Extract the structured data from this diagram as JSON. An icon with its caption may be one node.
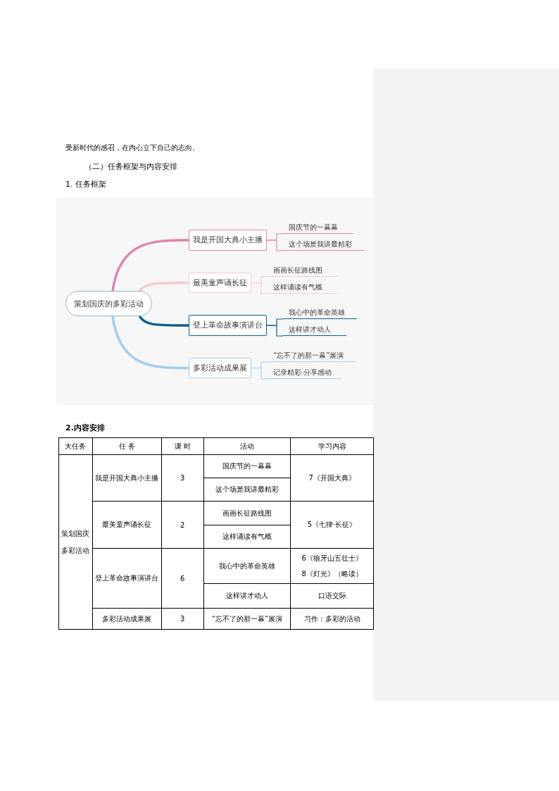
{
  "diagram": {
    "nodes": [
      {
        "text": [
          "策划国庆的多彩活动"
        ]
      },
      {
        "text": [
          "我是开国大典小主播"
        ]
      },
      {
        "text": [
          "国庆节的一幕幕"
        ]
      },
      {
        "text": [
          "这个场景我讲最精彩"
        ]
      },
      {
        "text": [
          "最美童声诵长征"
        ]
      },
      {
        "text": [
          "画画长征路线图"
        ]
      },
      {
        "text": [
          "这样诵读有气概"
        ]
      },
      {
        "text": [
          "登上革命故事演讲台"
        ]
      },
      {
        "text": [
          "我心中的革命英雄"
        ]
      },
      {
        "text": [
          "这样讲才动人"
        ]
      },
      {
        "text": [
          "多彩活动成果展"
        ]
      },
      {
        "text": [
          "“忘不了的那一幕”展演"
        ]
      },
      {
        "text": [
          "记录精彩 分享感动"
        ]
      },
      {
        "text": [],
        "shape": "box"
      }
    ],
    "edges": [
      {
        "from": 0,
        "to": 1,
        "arrow": "none",
        "style": "thick",
        "color": "#e084ab"
      },
      {
        "from": 1,
        "to": 2,
        "arrow": "none",
        "color": "#e084ab"
      },
      {
        "from": 1,
        "to": 3,
        "arrow": "none",
        "color": "#e084ab"
      },
      {
        "from": 0,
        "to": 4,
        "arrow": "none",
        "style": "thick",
        "color": "#f6cccc"
      },
      {
        "from": 4,
        "to": 5,
        "arrow": "none",
        "color": "#f6cccc"
      },
      {
        "from": 4,
        "to": 6,
        "arrow": "none",
        "color": "#f6cccc"
      },
      {
        "from": 0,
        "to": 7,
        "arrow": "none",
        "style": "thick",
        "color": "#0d5e88"
      },
      {
        "from": 7,
        "to": 8,
        "arrow": "none",
        "color": "#0d5e88"
      },
      {
        "from": 7,
        "to": 9,
        "arrow": "none",
        "color": "#0d5e88"
      },
      {
        "from": 0,
        "to": 10,
        "arrow": "none",
        "style": "thick",
        "color": "#a3cdf0"
      },
      {
        "from": 10,
        "to": 11,
        "arrow": "none",
        "color": "#a3cdf0"
      },
      {
        "from": 10,
        "to": 12,
        "arrow": "none",
        "color": "#a3cdf0"
      }
    ],
    "labels": [
      "受新时代的感召，在内心立下自己的志向。",
      "（二）任务框架与内容安排",
      "1. 任务框架",
      "2.内容安排",
      "大任务",
      "任 务",
      "课 时",
      "活动",
      "学习内容",
      "策划国庆多彩活动",
      "我是开国大典小主播",
      "3",
      "国庆节的一幕幕",
      "7《开国大典》",
      "这个场景我讲最精彩",
      "最美童声诵长征",
      "2",
      "画画长征路线图",
      "5《七律·长征》",
      "这样诵读有气概",
      "登上革命故事演讲台",
      "6",
      "我心中的革命英雄",
      "6《狼牙山五壮士》",
      "8《灯光》（略读）",
      "这样讲才动人",
      "口语交际",
      "多彩活动成果展",
      "3",
      "“忘不了的那一幕”展演",
      "习作：多彩的活动"
    ]
  }
}
